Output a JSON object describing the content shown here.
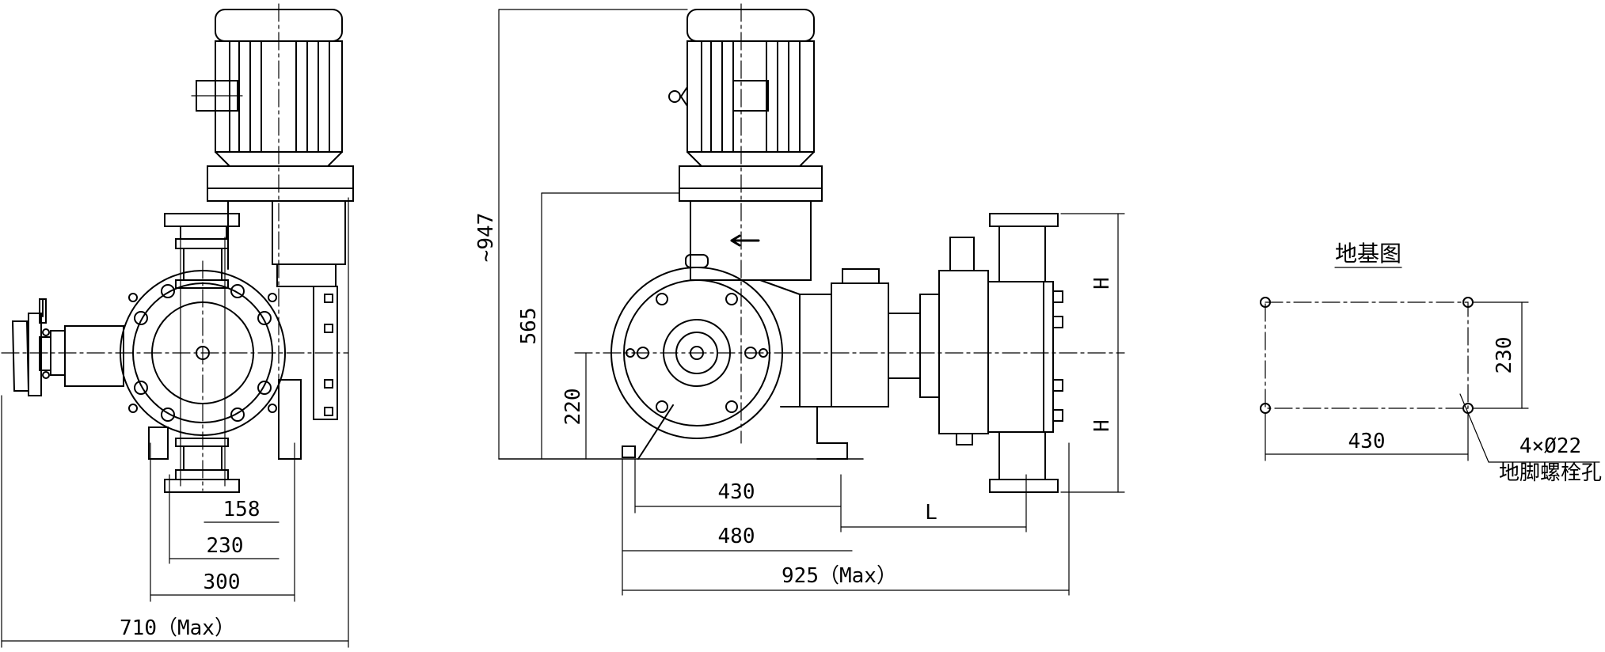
{
  "colors": {
    "line": "#000000",
    "background": "#ffffff"
  },
  "side_view": {
    "dim_158": "158",
    "dim_230": "230",
    "dim_300": "300",
    "dim_710": "710（Max）"
  },
  "front_view": {
    "dim_947": "~947",
    "dim_565": "565",
    "dim_220": "220",
    "dim_430": "430",
    "dim_480": "480",
    "dim_925": "925（Max）",
    "dim_L": "L",
    "dim_H_top": "H",
    "dim_H_bottom": "H"
  },
  "foundation_plan": {
    "title": "地基图",
    "dim_230": "230",
    "dim_430": "430",
    "bolt_spec": "4×Ø22",
    "bolt_label": "地脚螺栓孔"
  }
}
